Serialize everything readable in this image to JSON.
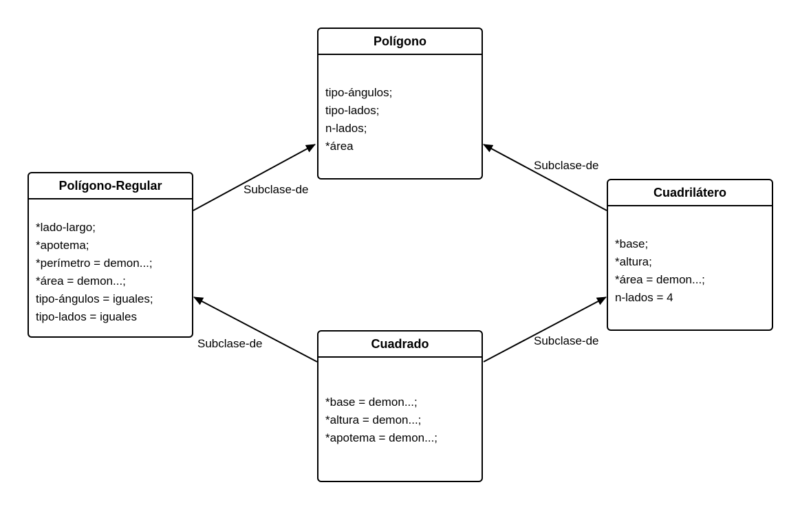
{
  "classes": {
    "poligono": {
      "name": "Polígono",
      "attributes": [
        "tipo-ángulos;",
        "tipo-lados;",
        "n-lados;",
        "*área"
      ]
    },
    "poligono_regular": {
      "name": "Polígono-Regular",
      "attributes": [
        "*lado-largo;",
        "*apotema;",
        "*perímetro = demon...;",
        "*área = demon...;",
        "tipo-ángulos = iguales;",
        "tipo-lados = iguales"
      ]
    },
    "cuadrilatero": {
      "name": "Cuadrilátero",
      "attributes": [
        "*base;",
        "*altura;",
        "*área = demon...;",
        "n-lados = 4"
      ]
    },
    "cuadrado": {
      "name": "Cuadrado",
      "attributes": [
        "*base = demon...;",
        "*altura = demon...;",
        "*apotema = demon...;"
      ]
    }
  },
  "relations": [
    {
      "from": "Polígono-Regular",
      "to": "Polígono",
      "label": "Subclase-de"
    },
    {
      "from": "Cuadrilátero",
      "to": "Polígono",
      "label": "Subclase-de"
    },
    {
      "from": "Cuadrado",
      "to": "Polígono-Regular",
      "label": "Subclase-de"
    },
    {
      "from": "Cuadrado",
      "to": "Cuadrilátero",
      "label": "Subclase-de"
    }
  ]
}
